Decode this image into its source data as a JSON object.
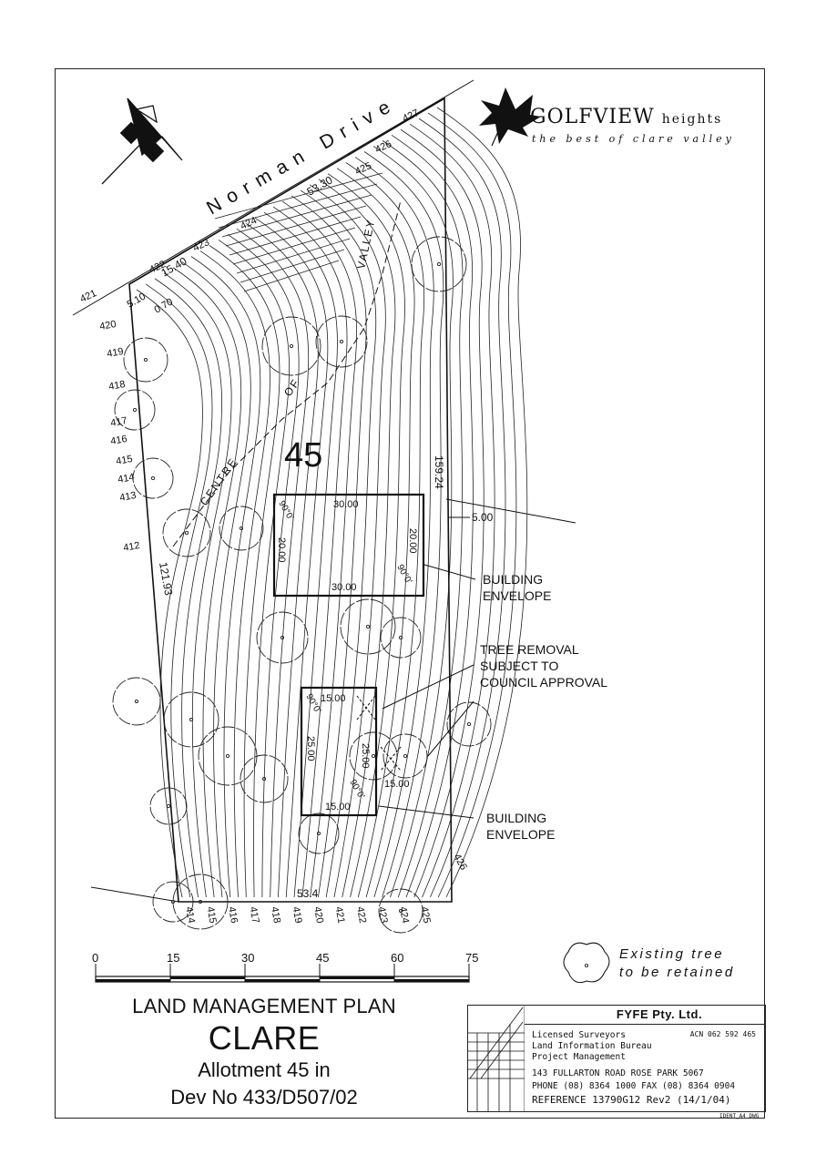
{
  "logo": {
    "word": "GOLFVIEW",
    "suffix": "heights",
    "tagline": "the best of clare valley"
  },
  "road": {
    "label": "Norman Drive"
  },
  "allotment": {
    "number": "45"
  },
  "plan": {
    "title": "LAND MANAGEMENT PLAN",
    "town": "CLARE",
    "allotment_line": "Allotment 45 in",
    "dev_line": "Dev No 433/D507/02"
  },
  "boundaries": {
    "top": "53.30",
    "top_left": "15.40",
    "corner_a": "5.10",
    "corner_b": "0.70",
    "right": "159.24",
    "left": "121.93",
    "bottom": "53.4",
    "setback": "5.00"
  },
  "valley": {
    "text": "CENTRE OF VALLEY",
    "word1": "CENTRE",
    "word2": "OF",
    "word3": "VALLEY"
  },
  "envelope1": {
    "w_top": "30.00",
    "w_bottom": "30.00",
    "h_left": "20.00",
    "h_right": "20.00",
    "angle_a": "90°0'",
    "angle_b": "90°0'"
  },
  "envelope2": {
    "w_top": "15.00",
    "w_bottom": "15.00",
    "w_right": "15.00",
    "h_left": "25.00",
    "h_right": "25.00",
    "angle_a": "90°0'",
    "angle_b": "90°0'"
  },
  "notes": {
    "envelope1": [
      "BUILDING",
      "ENVELOPE"
    ],
    "tree_removal": [
      "TREE REMOVAL",
      "SUBJECT TO",
      "COUNCIL APPROVAL"
    ],
    "envelope2": [
      "BUILDING",
      "ENVELOPE"
    ]
  },
  "contours": {
    "top": [
      "427",
      "426",
      "425",
      "424",
      "423",
      "422",
      "421"
    ],
    "left": [
      "420",
      "419",
      "418",
      "417",
      "416",
      "415",
      "414",
      "413",
      "412"
    ],
    "bottom": [
      "414",
      "415",
      "416",
      "417",
      "418",
      "419",
      "420",
      "421",
      "422",
      "423",
      "424",
      "425"
    ],
    "right": "426"
  },
  "scale": {
    "ticks": [
      "0",
      "15",
      "30",
      "45",
      "60",
      "75"
    ]
  },
  "legend": {
    "line1": "Existing tree",
    "line2": "to be retained"
  },
  "title_block": {
    "firm": "FYFE Pty. Ltd.",
    "line1": "Licensed Surveyors",
    "acn": "ACN 062 592 465",
    "line2": "Land Information Bureau",
    "line3": "Project Management",
    "address": "143 FULLARTON ROAD  ROSE PARK  5067",
    "phone": "PHONE (08) 8364 1000  FAX (08) 8364 0904",
    "reference": "REFERENCE  13790G12 Rev2  (14/1/04)"
  },
  "ident": "IDENT_A4 DWG"
}
